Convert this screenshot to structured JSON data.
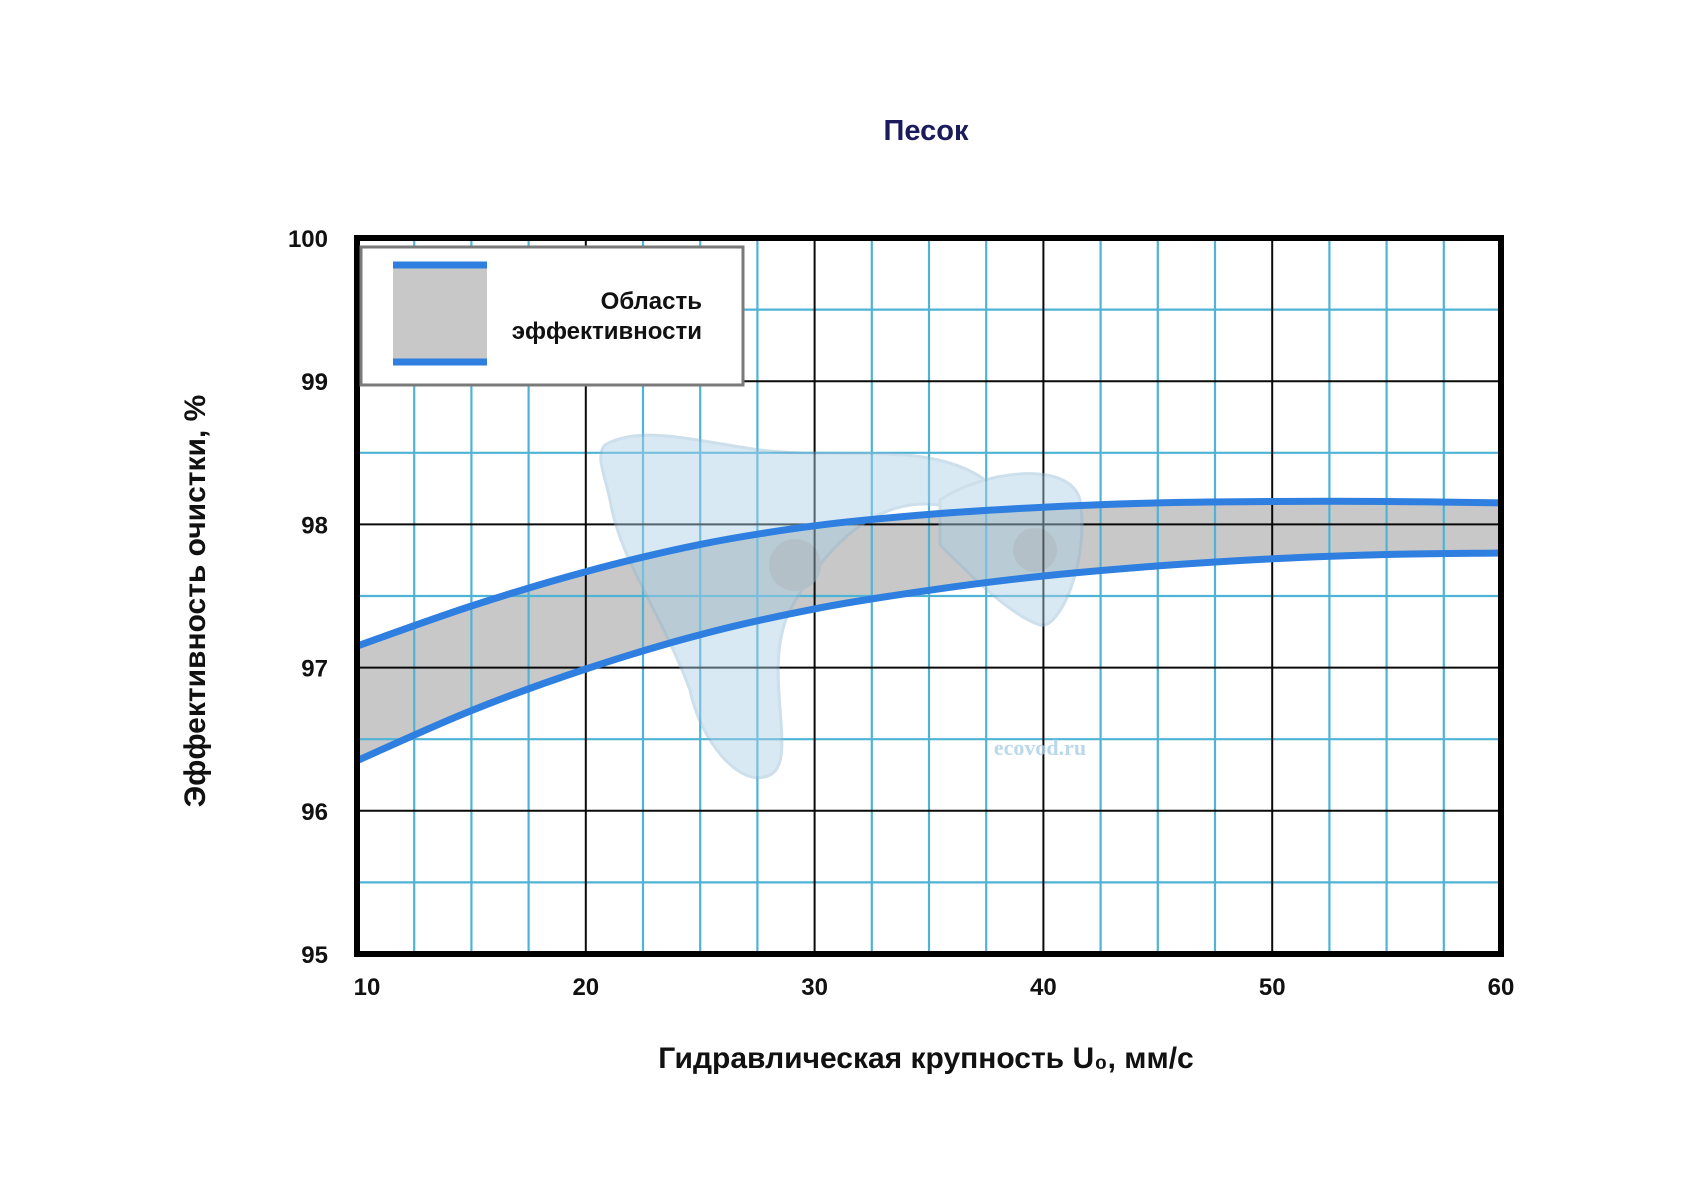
{
  "chart_data": {
    "type": "area",
    "title": "Песок",
    "xlabel": "Гидравлическая крупность U₀, мм/с",
    "ylabel": "Эффективность очистки, %",
    "xlim": [
      10,
      60
    ],
    "ylim": [
      95,
      100
    ],
    "x_ticks": [
      10,
      20,
      30,
      40,
      50,
      60
    ],
    "x_minor_step": 2.5,
    "y_ticks": [
      95,
      96,
      97,
      98,
      99,
      100
    ],
    "y_minor_step": 0.5,
    "grid": true,
    "legend": {
      "position": "top-left",
      "label_line1": "Область",
      "label_line2": "эффективности"
    },
    "band_name": "Область эффективности",
    "series": [
      {
        "role": "upper",
        "x": [
          10,
          15,
          20,
          25,
          30,
          35,
          40,
          45,
          50,
          55,
          60
        ],
        "values": [
          97.15,
          97.43,
          97.67,
          97.86,
          97.99,
          98.07,
          98.12,
          98.15,
          98.16,
          98.16,
          98.15
        ]
      },
      {
        "role": "lower",
        "x": [
          10,
          15,
          20,
          25,
          30,
          35,
          40,
          45,
          50,
          55,
          60
        ],
        "values": [
          96.35,
          96.7,
          96.99,
          97.23,
          97.41,
          97.54,
          97.64,
          97.71,
          97.76,
          97.79,
          97.8
        ]
      }
    ]
  },
  "watermark": {
    "text": "ecovod.ru",
    "logo": "propeller-logo"
  },
  "colors": {
    "curve": "#2e7fe0",
    "band_fill": "#c8c8c8",
    "minor_grid": "#4fb3d6",
    "major_grid": "#0a0a0a",
    "title": "#1a1a5c",
    "watermark": "#a9cfe6"
  }
}
